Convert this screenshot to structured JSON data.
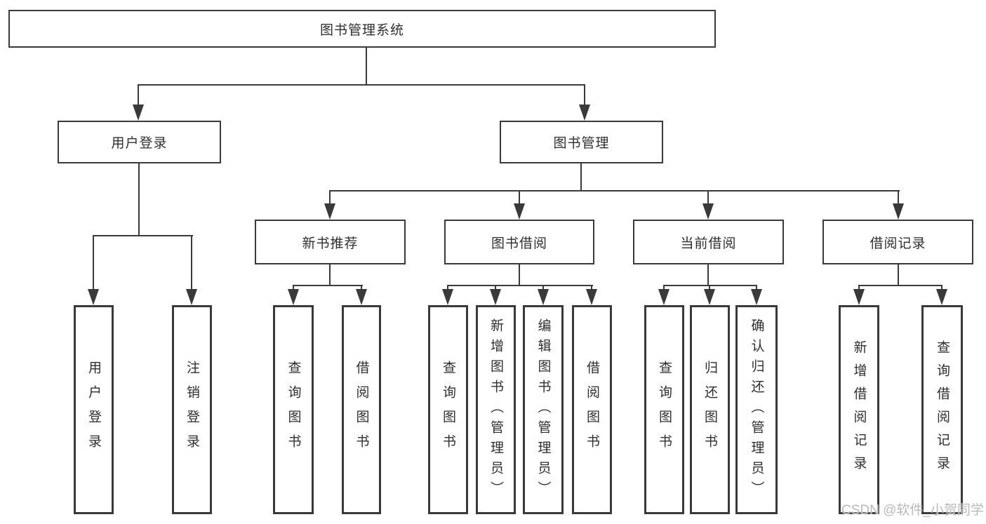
{
  "tree": {
    "label": "图书管理系统",
    "children": [
      {
        "label": "用户登录",
        "children": [
          {
            "label": "用户登录"
          },
          {
            "label": "注销登录"
          }
        ]
      },
      {
        "label": "图书管理",
        "children": [
          {
            "label": "新书推荐",
            "children": [
              {
                "label": "查询图书"
              },
              {
                "label": "借阅图书"
              }
            ]
          },
          {
            "label": "图书借阅",
            "children": [
              {
                "label": "查询图书"
              },
              {
                "label": "新增图书（管理员）"
              },
              {
                "label": "编辑图书（管理员）"
              },
              {
                "label": "借阅图书"
              }
            ]
          },
          {
            "label": "当前借阅",
            "children": [
              {
                "label": "查询图书"
              },
              {
                "label": "归还图书"
              },
              {
                "label": "确认归还（管理员）"
              }
            ]
          },
          {
            "label": "借阅记录",
            "children": [
              {
                "label": "新增借阅记录"
              },
              {
                "label": "查询借阅记录"
              }
            ]
          }
        ]
      }
    ]
  },
  "watermark": {
    "text": "CSDN @软件_小贺同学"
  },
  "colors": {
    "line": "#3a3a3a",
    "text": "#2e2e2e",
    "background": "#ffffff",
    "watermark": "#b9b9b9"
  }
}
